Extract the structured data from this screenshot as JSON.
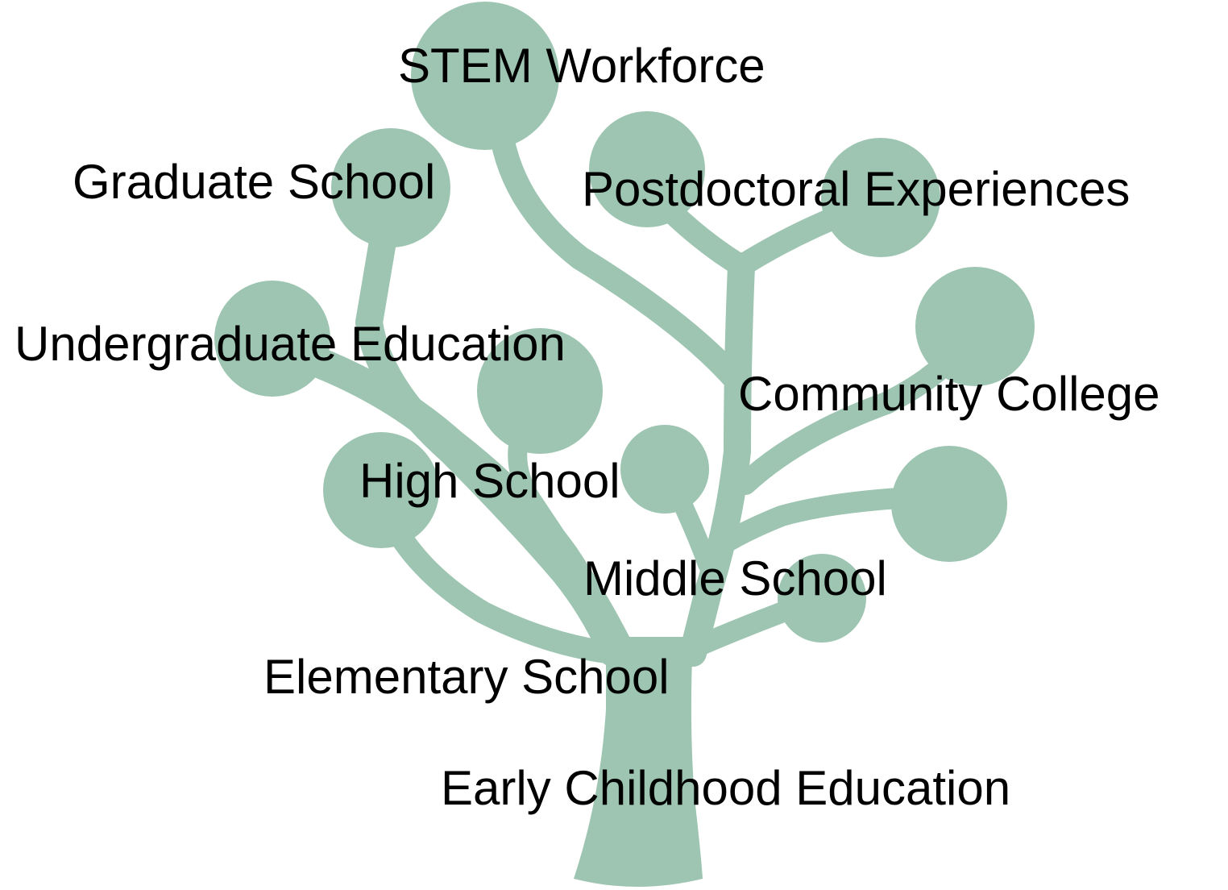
{
  "diagram": {
    "colors": {
      "tree": "#9dc5b1",
      "text": "#000000",
      "background": "#ffffff"
    },
    "graphic": "tree-icon",
    "labels": {
      "stem_workforce": "STEM Workforce",
      "graduate_school": "Graduate School",
      "postdoctoral": "Postdoctoral Experiences",
      "undergraduate": "Undergraduate Education",
      "community_college": "Community College",
      "high_school": "High School",
      "middle_school": "Middle School",
      "elementary_school": "Elementary School",
      "early_childhood": "Early Childhood Education"
    }
  }
}
